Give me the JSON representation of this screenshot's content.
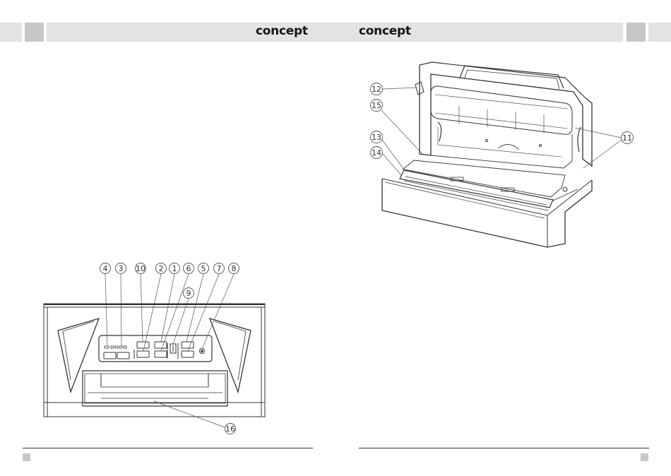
{
  "header": {
    "brand_left": "concept",
    "brand_right": "concept"
  },
  "figure_front": {
    "callouts": [
      "4",
      "3",
      "10",
      "2",
      "1",
      "6",
      "5",
      "7",
      "8",
      "9",
      "16"
    ]
  },
  "figure_open": {
    "callouts": [
      "12",
      "15",
      "13",
      "14",
      "11"
    ]
  },
  "colors": {
    "header_band": "#e3e3e3",
    "header_square": "#c6c6c6",
    "line_art": "#333333"
  }
}
